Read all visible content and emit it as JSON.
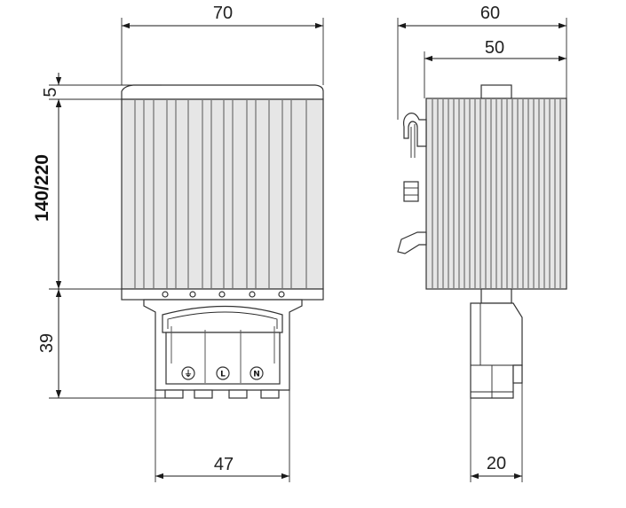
{
  "dimensions": {
    "front_width": "70",
    "front_cap": "5",
    "front_height": "140/220",
    "front_terminal_height": "39",
    "front_terminal_width": "47",
    "side_overall_width": "60",
    "side_body_width": "50",
    "side_terminal_width": "20"
  },
  "terminals": [
    {
      "symbol": "ground",
      "glyph": "⏚"
    },
    {
      "symbol": "L",
      "glyph": "L"
    },
    {
      "symbol": "N",
      "glyph": "N"
    }
  ]
}
